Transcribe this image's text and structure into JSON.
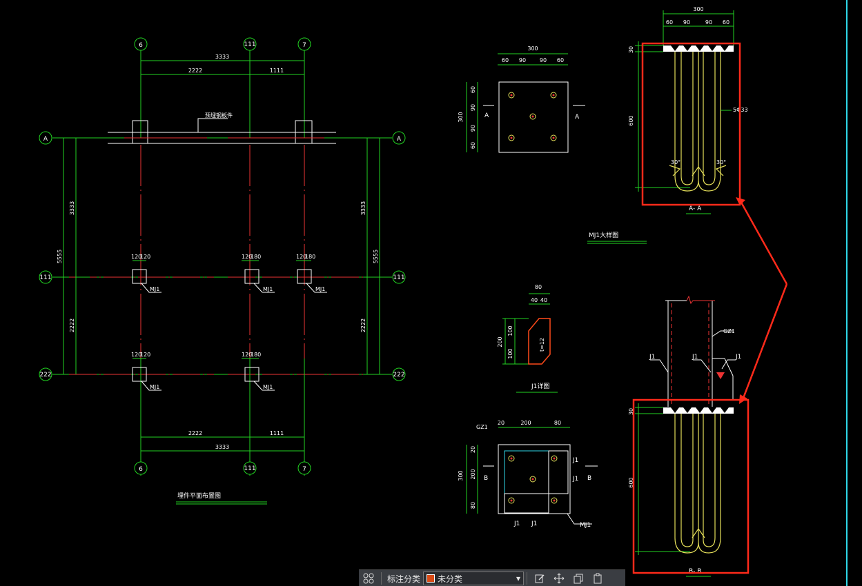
{
  "colors": {
    "background": "#000000",
    "axis": "#22d422",
    "centerline": "#e33333",
    "outline": "#ffffff",
    "rebar": "#e6e05a",
    "frame": "#2fd8e8",
    "selection": "#ff2a1a"
  },
  "plan": {
    "title": "埋件平面布置图",
    "grid_labels": {
      "col_6": "6",
      "col_111": "111",
      "col_7": "7",
      "row_A": "A",
      "row_111": "111",
      "row_222": "222"
    },
    "dims": {
      "top_total": "3333",
      "top_left": "2222",
      "top_right": "1111",
      "bottom_total": "3333",
      "bottom_left": "2222",
      "bottom_right": "1111",
      "side_total": "5555",
      "side_upper": "3333",
      "side_lower": "2222"
    },
    "beam_note": "预埋钢板件",
    "embed_label": "MJ1",
    "embed_dims_a": [
      "120",
      "120"
    ],
    "embed_dims_b": [
      "120",
      "180"
    ]
  },
  "mj1_plan": {
    "total": "300",
    "parts": [
      "60",
      "90",
      "90",
      "60"
    ],
    "section_label": "A"
  },
  "mj1_title": "MJ1大样图",
  "section_aa": {
    "total": "300",
    "parts": [
      "60",
      "90",
      "90",
      "60"
    ],
    "plate": "30",
    "depth": "600",
    "rebar_note": "5Φ33",
    "label": "A- A",
    "angle_l": "30°",
    "angle_r": "30°"
  },
  "j1": {
    "title": "J1详图",
    "total": "80",
    "parts": [
      "40",
      "40"
    ],
    "height": "200",
    "h1": "100",
    "h2": "100",
    "thk": "t=12"
  },
  "gz1_plan": {
    "label": "GZ1",
    "top": [
      "20",
      "200",
      "80"
    ],
    "side": [
      "20",
      "200",
      "80"
    ],
    "total": "300",
    "section_label": "B",
    "j_label": "J1",
    "mj_label": "MJ1"
  },
  "section_bb": {
    "label": "B- B",
    "column": "GZ1",
    "j_label": "J1",
    "plate": "30",
    "depth": "600"
  },
  "toolbar": {
    "category_label": "标注分类",
    "selected": "未分类"
  }
}
